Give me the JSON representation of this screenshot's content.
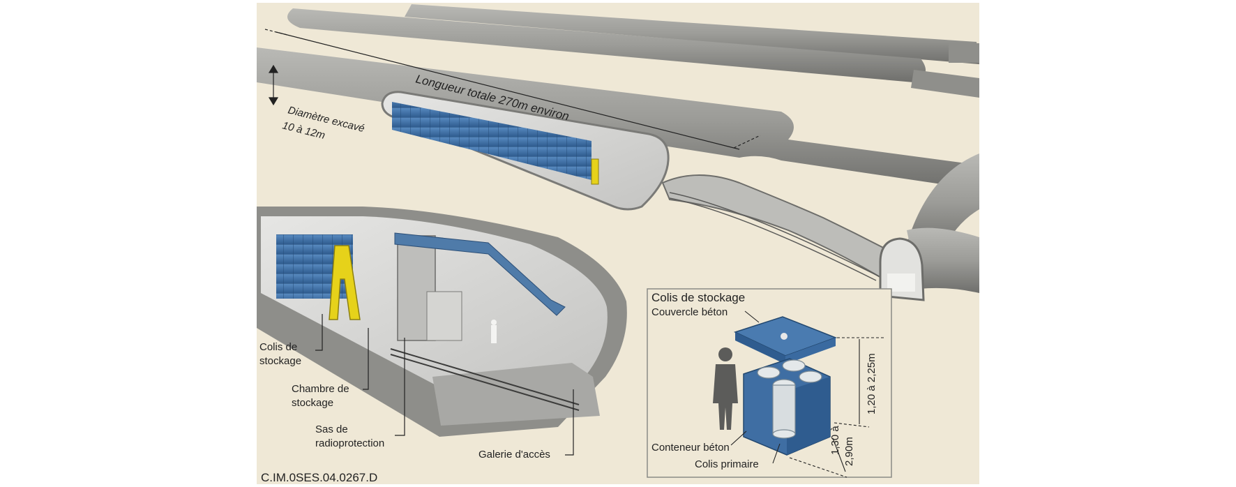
{
  "figure_reference": "C.IM.0SES.04.0267.D",
  "top_annotations": {
    "length_label": "Longueur totale 270m environ",
    "diameter_line1": "Diamètre excavé",
    "diameter_line2": "10 à 12m"
  },
  "cutaway_labels": {
    "colis_line1": "Colis de",
    "colis_line2": "stockage",
    "chambre_line1": "Chambre de",
    "chambre_line2": "stockage",
    "sas_line1": "Sas de",
    "sas_line2": "radioprotection",
    "galerie": "Galerie d'accès"
  },
  "inset": {
    "title": "Colis de stockage",
    "couvercle": "Couvercle béton",
    "conteneur": "Conteneur béton",
    "colis_primaire": "Colis primaire",
    "height_dim": "1,20 à 2,25m",
    "width_dim_line1": "1,30 à",
    "width_dim_line2": "2,90m"
  },
  "colors": {
    "background": "#efe8d6",
    "concrete": "#9a9a96",
    "blue_packages": "#3f6ea3",
    "yellow_equipment": "#e6d21a"
  }
}
